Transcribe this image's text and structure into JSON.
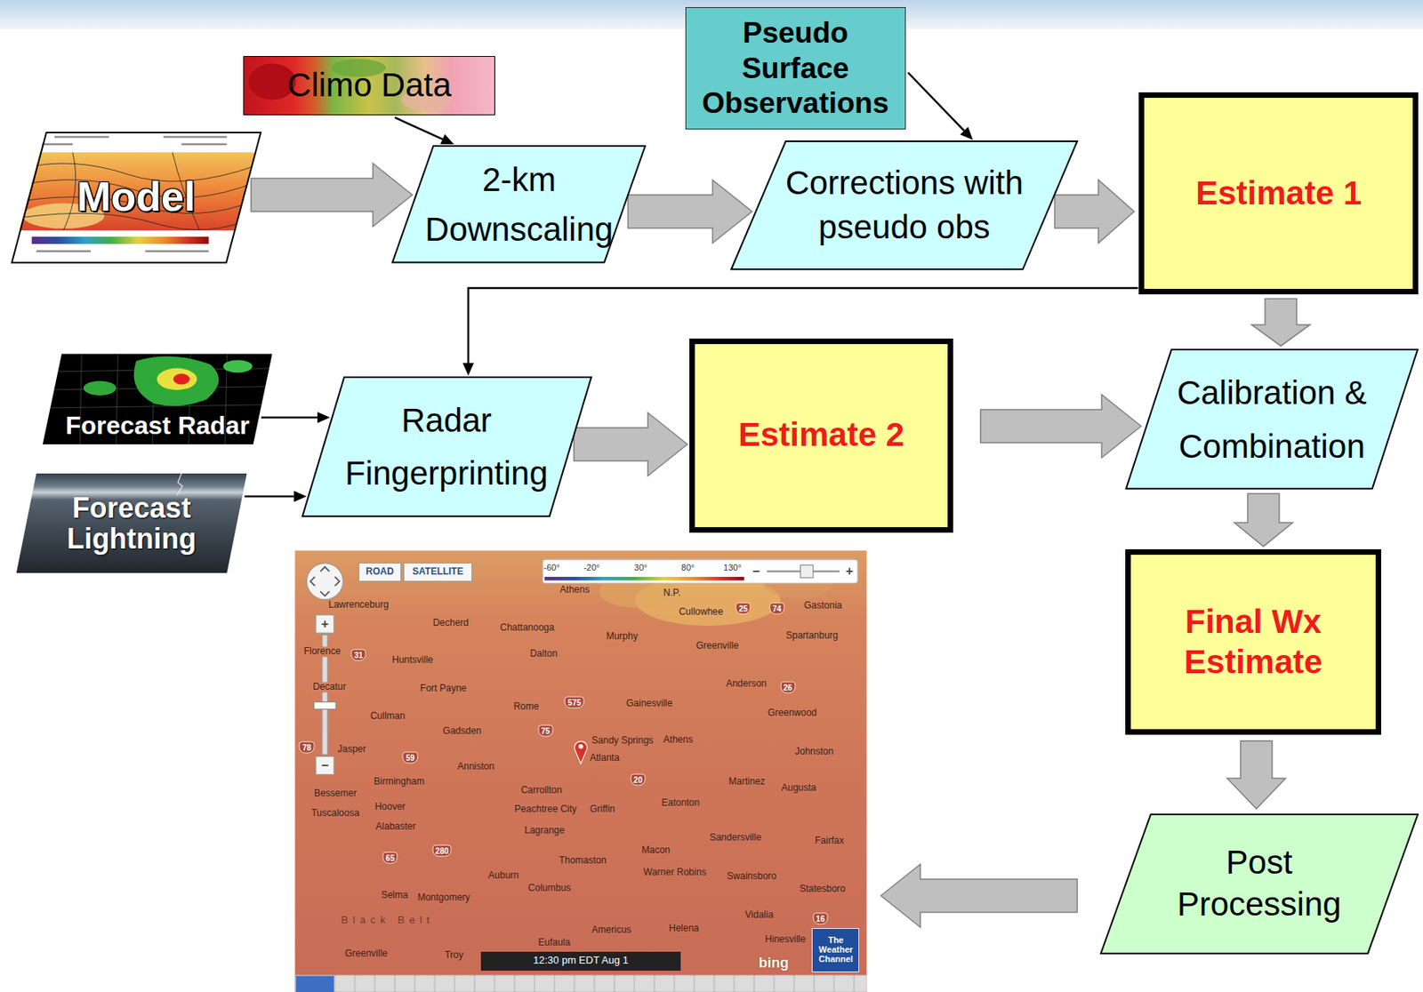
{
  "diagram": {
    "nodes": [
      {
        "text": [
          "Climo Data"
        ]
      },
      {
        "text": [
          "Pseudo Surface Observations"
        ]
      },
      {
        "text": [
          "Model"
        ]
      },
      {
        "text": [
          "2-km Downscaling"
        ]
      },
      {
        "text": [
          "Corrections with pseudo obs"
        ]
      },
      {
        "text": [
          "Estimate 1"
        ]
      },
      {
        "text": [
          "Forecast Radar"
        ]
      },
      {
        "text": [
          "Radar Fingerprinting"
        ]
      },
      {
        "text": [
          "Estimate 2"
        ]
      },
      {
        "text": [
          "Calibration & Combination"
        ]
      },
      {
        "text": [
          "Forecast Lightning"
        ]
      },
      {
        "text": [
          "Final Wx Estimate"
        ]
      },
      {
        "text": [
          "Post Processing"
        ]
      },
      {
        "text": [
          "bing"
        ]
      },
      {
        "text": [
          "ROAD"
        ],
        "in": 13
      },
      {
        "text": [
          "SATELLITE"
        ],
        "in": 13
      },
      {
        "text": [
          "12:30 pm EDT Aug 1"
        ],
        "in": 13
      },
      {
        "text": [
          "The Weather Channel"
        ],
        "in": 13
      }
    ],
    "edges": [
      {
        "from": 0,
        "to": 3,
        "arrow": "to"
      },
      {
        "from": 2,
        "to": 3,
        "arrow": "to"
      },
      {
        "from": 1,
        "to": 4,
        "arrow": "to"
      },
      {
        "from": 3,
        "to": 4,
        "arrow": "to"
      },
      {
        "from": 4,
        "to": 5,
        "arrow": "to"
      },
      {
        "from": 5,
        "to": 7,
        "arrow": "to"
      },
      {
        "from": 5,
        "to": 9,
        "arrow": "to"
      },
      {
        "from": 6,
        "to": 7,
        "arrow": "to"
      },
      {
        "from": 7,
        "to": 8,
        "arrow": "to"
      },
      {
        "from": 8,
        "to": 9,
        "arrow": "to"
      },
      {
        "from": 10,
        "to": 7,
        "arrow": "to"
      },
      {
        "from": 9,
        "to": 11,
        "arrow": "to"
      },
      {
        "from": 11,
        "to": 12,
        "arrow": "to"
      },
      {
        "from": 12,
        "to": 13,
        "arrow": "to"
      }
    ],
    "labels": [
      "Lawrenceburg",
      "Decherd",
      "Chattanooga",
      "Cullowhee",
      "Gastonia",
      "Athens",
      "N.P.",
      "Murphy",
      "Greenville",
      "Spartanburg",
      "Florence",
      "Huntsville",
      "Dalton",
      "Decatur",
      "Fort Payne",
      "Anderson",
      "Gainesville",
      "Rome",
      "Greenwood",
      "Cullman",
      "Gadsden",
      "Sandy Springs",
      "Athens",
      "Atlanta",
      "Johnston",
      "Jasper",
      "Anniston",
      "Birmingham",
      "Martinez",
      "Augusta",
      "Bessemer",
      "Carrollton",
      "Eatonton",
      "Hoover",
      "Peachtree City",
      "Griffin",
      "Tuscaloosa",
      "Alabaster",
      "Lagrange",
      "Sandersville",
      "Fairfax",
      "Macon",
      "Thomaston",
      "Warner Robins",
      "Auburn",
      "Swainsboro",
      "Columbus",
      "Statesboro",
      "Selma",
      "Montgomery",
      "Vidalia",
      "Black Belt",
      "Helena",
      "Americus",
      "Hinesville",
      "Eufaula",
      "Greenville",
      "Troy",
      "25",
      "74",
      "26",
      "575",
      "75",
      "20",
      "59",
      "78",
      "31",
      "65",
      "280",
      "16",
      "-60°",
      "-20°",
      "30°",
      "80°",
      "130°",
      "−",
      "+",
      "+",
      "−"
    ]
  }
}
